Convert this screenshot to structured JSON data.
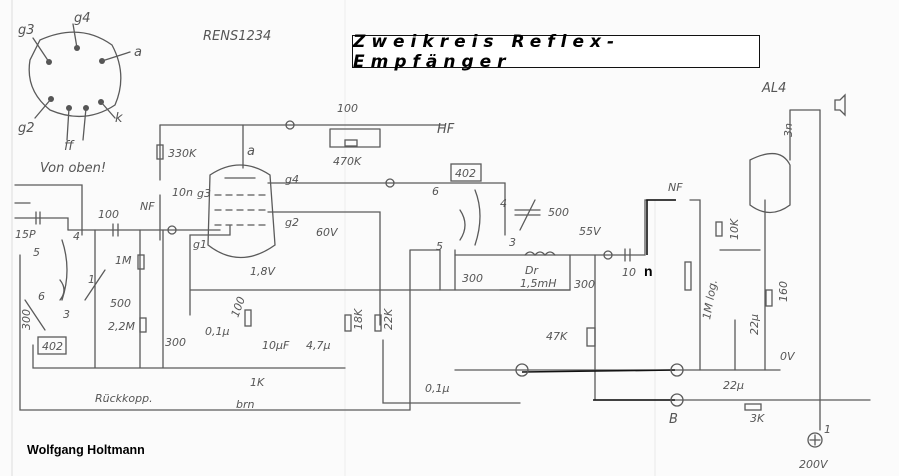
{
  "title": "Zweikreis Reflex-Empfänger",
  "author": "Wolfgang Holtmann",
  "tube_ref": "RENS1234",
  "pinout": {
    "g3": "g3",
    "g4": "g4",
    "a": "a",
    "g2": "g2",
    "k": "k",
    "ff": "ff",
    "note": "Von oben!"
  },
  "labels": {
    "c100_top": "100",
    "r470k": "470K",
    "hf": "HF",
    "r330k": "330K",
    "anode": "a",
    "g4": "g4",
    "c10n": "10n",
    "g3": "g3",
    "nf1": "NF",
    "c100_in": "100",
    "c15p": "15P",
    "p4": "4",
    "p5": "5",
    "p6": "6",
    "p3": "3",
    "p1": "1",
    "c300_trim": "300",
    "coil1": "402",
    "r1m": "1M",
    "c500": "500",
    "r22m": "2,2M",
    "c300": "300",
    "c01": "0,1µ",
    "g1": "g1",
    "g2": "g2",
    "v60": "60V",
    "v18": "1,8V",
    "r100": "100",
    "c10uf": "10µF",
    "c47": "4,7µ",
    "r18k": "18K",
    "r22k": "22K",
    "p1k": "1K",
    "rueck": "Rückkopp.",
    "brn": "brn",
    "c01b": "0,1µ",
    "coil2": "402",
    "q6": "6",
    "q4": "4",
    "c500b": "500",
    "q5": "5",
    "q3": "3",
    "c300b": "300",
    "dr": "Dr",
    "dr_val": "1,5mH",
    "c300c": "300",
    "v55": "55V",
    "c10n_out": "10",
    "c10n_unit": "n",
    "r47k": "47K",
    "nf2": "NF",
    "r10k": "10K",
    "pot1m": "1M log.",
    "c22a": "22µ",
    "r160": "160",
    "v0": "0V",
    "c22b": "22µ",
    "b": "B",
    "r3k": "3K",
    "al4": "AL4",
    "c3n": "3n",
    "v200": "200V",
    "plus1": "1"
  }
}
